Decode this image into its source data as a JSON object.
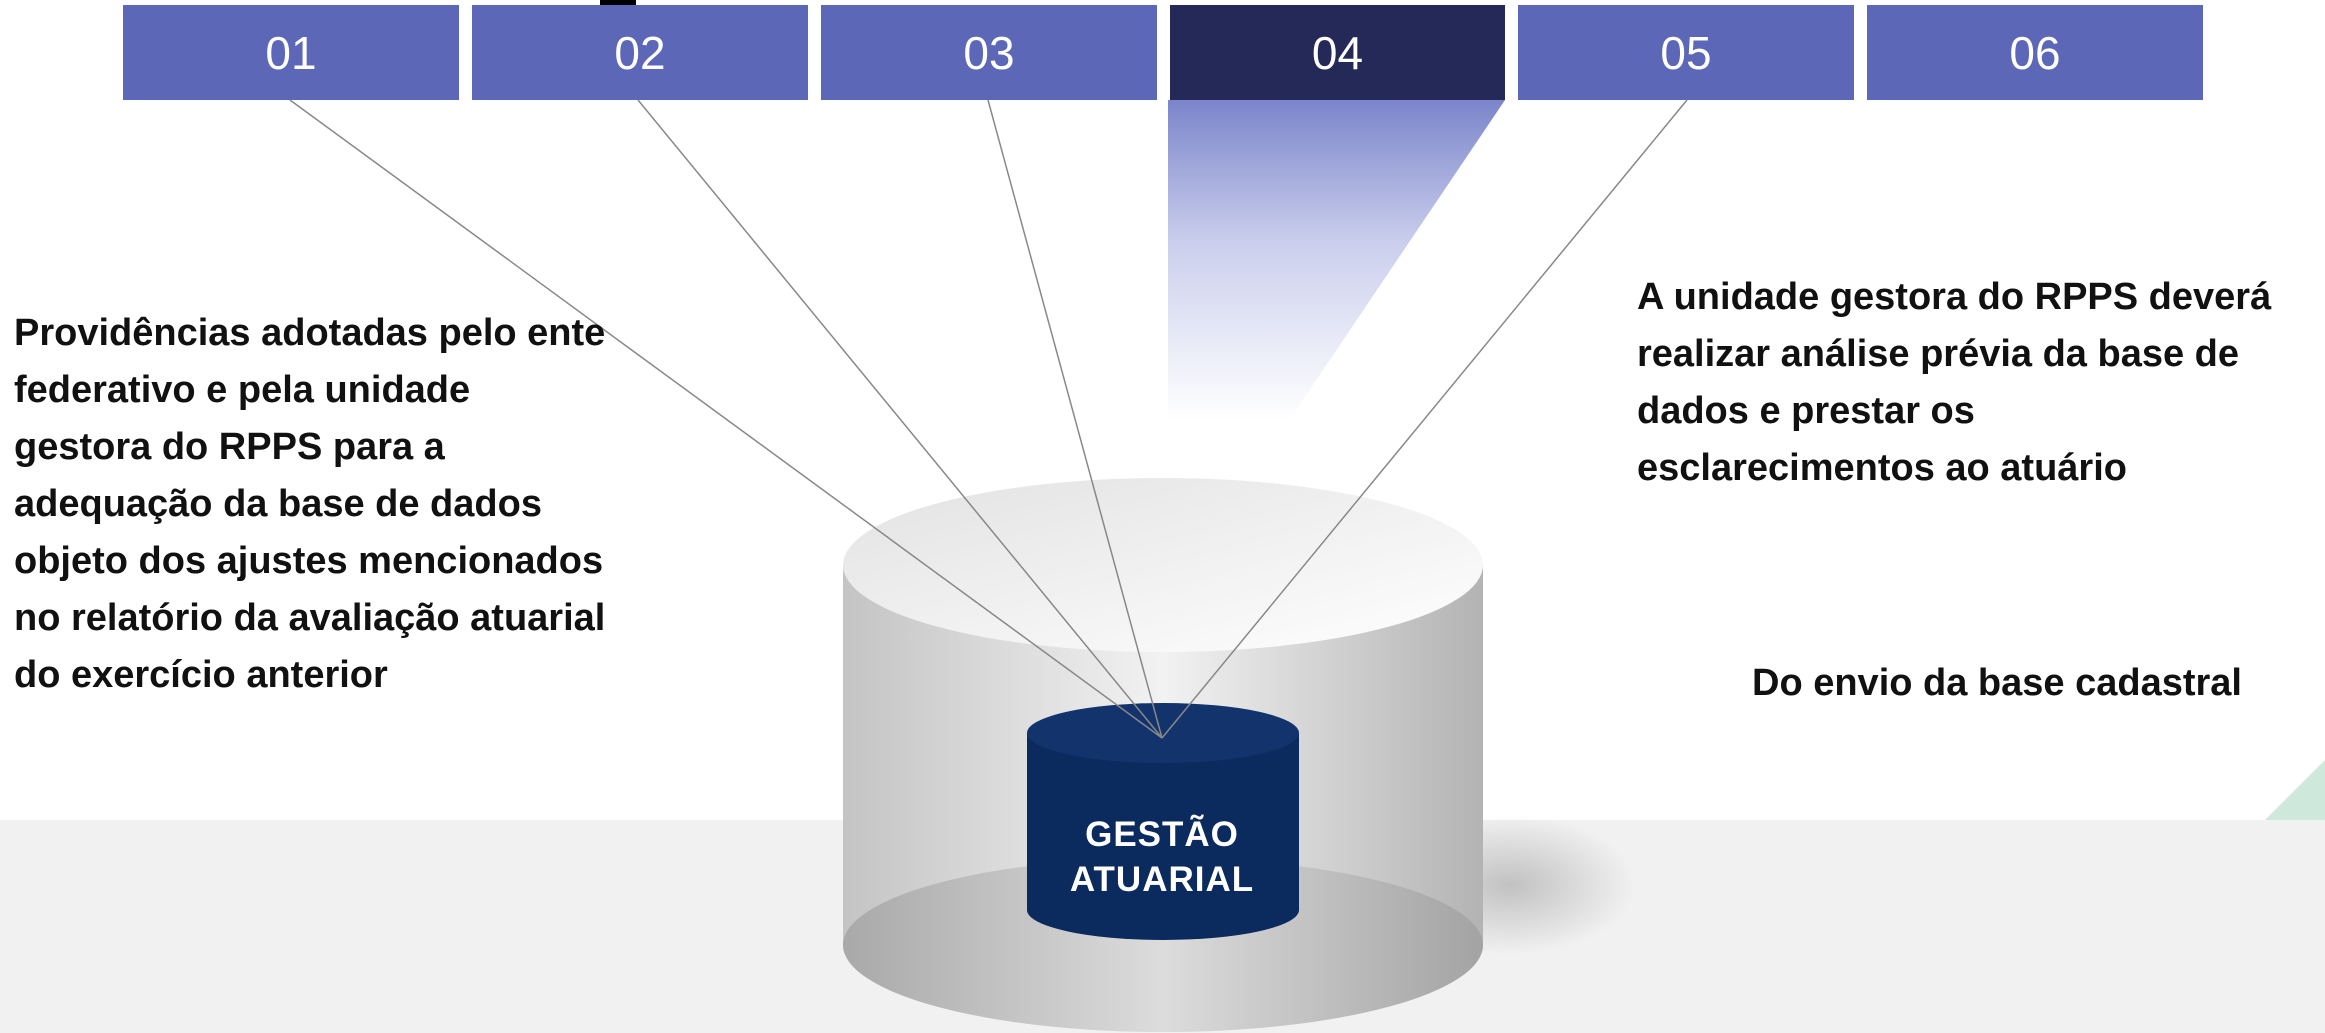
{
  "tabs": [
    {
      "label": "01",
      "active": false
    },
    {
      "label": "02",
      "active": false
    },
    {
      "label": "03",
      "active": false
    },
    {
      "label": "04",
      "active": true
    },
    {
      "label": "05",
      "active": false
    },
    {
      "label": "06",
      "active": false
    }
  ],
  "left_text": "Providências adotadas pelo ente federativo e pela unidade gestora do RPPS para a adequação da base de dados objeto dos ajustes mencionados no relatório da avaliação atuarial do exercício anterior",
  "right_text": "A unidade gestora do RPPS deverá realizar análise prévia da base de dados e prestar os esclarecimentos ao atuário",
  "right_caption": "Do envio da base cadastral",
  "core_label": {
    "line1": "GESTÃO",
    "line2": "ATUARIAL"
  },
  "colors": {
    "tab": "#5c67b7",
    "tab_active": "#252957",
    "core": "#0b2a5e",
    "floor": "#f1f1f1"
  }
}
